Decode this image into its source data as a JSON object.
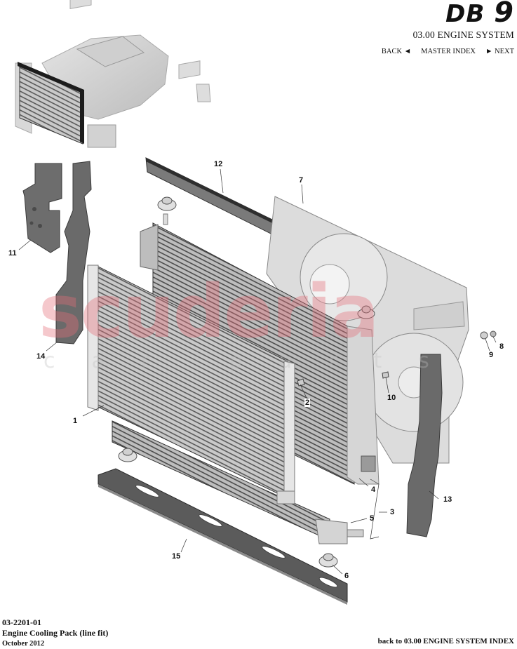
{
  "header": {
    "model_logo": "DB",
    "model_logo_number": "9",
    "system_title": "03.00 ENGINE SYSTEM",
    "nav": {
      "back": "BACK ◄",
      "master_index": "MASTER INDEX",
      "next": "► NEXT"
    }
  },
  "diagram": {
    "overview_image": "engine-overview-thumbnail",
    "watermark": "scuderia",
    "watermark_sub": "car parts",
    "callouts": [
      {
        "id": "1",
        "label": "1"
      },
      {
        "id": "2",
        "label": "2"
      },
      {
        "id": "3",
        "label": "3"
      },
      {
        "id": "4",
        "label": "4"
      },
      {
        "id": "5",
        "label": "5"
      },
      {
        "id": "6",
        "label": "6"
      },
      {
        "id": "7",
        "label": "7"
      },
      {
        "id": "8",
        "label": "8"
      },
      {
        "id": "9",
        "label": "9"
      },
      {
        "id": "10",
        "label": "10"
      },
      {
        "id": "11",
        "label": "11"
      },
      {
        "id": "12",
        "label": "12"
      },
      {
        "id": "13",
        "label": "13"
      },
      {
        "id": "14",
        "label": "14"
      },
      {
        "id": "15",
        "label": "15"
      }
    ]
  },
  "footer": {
    "diagram_code": "03-2201-01",
    "diagram_name": "Engine Cooling Pack (line fit)",
    "date": "October 2012",
    "back_link": "back to 03.00 ENGINE SYSTEM INDEX"
  }
}
